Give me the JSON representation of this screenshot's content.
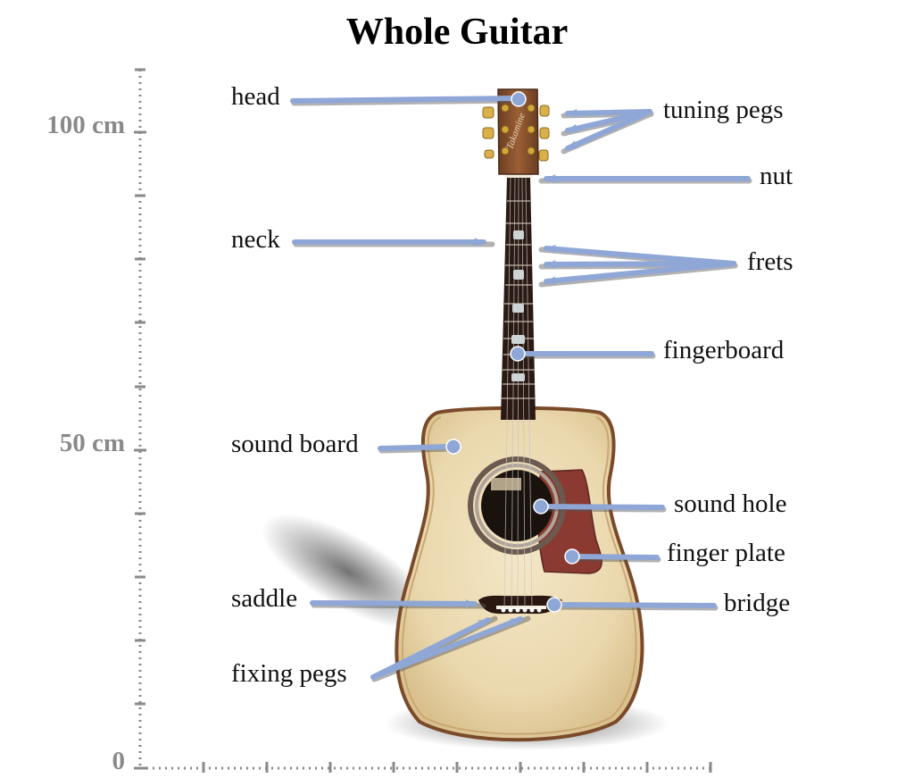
{
  "title": "Whole Guitar",
  "scale": {
    "labels": [
      "100 cm",
      "50 cm",
      "0"
    ]
  },
  "parts_left": {
    "head": "head",
    "neck": "neck",
    "sound_board": "sound board",
    "saddle": "saddle",
    "fixing_pegs": "fixing pegs"
  },
  "parts_right": {
    "tuning_pegs": "tuning pegs",
    "nut": "nut",
    "frets": "frets",
    "fingerboard": "fingerboard",
    "sound_hole": "sound hole",
    "finger_plate": "finger plate",
    "bridge": "bridge"
  },
  "headstock_logo": "Takamine",
  "colors": {
    "arrow": "#8fa7d6",
    "arrow_shadow": "#555555",
    "wood_top": "#ecdcb6",
    "binding": "#7a4a2a",
    "fretboard": "#2b1a14",
    "pickguard": "#8a3a30",
    "scale": "#8a8a8a"
  }
}
